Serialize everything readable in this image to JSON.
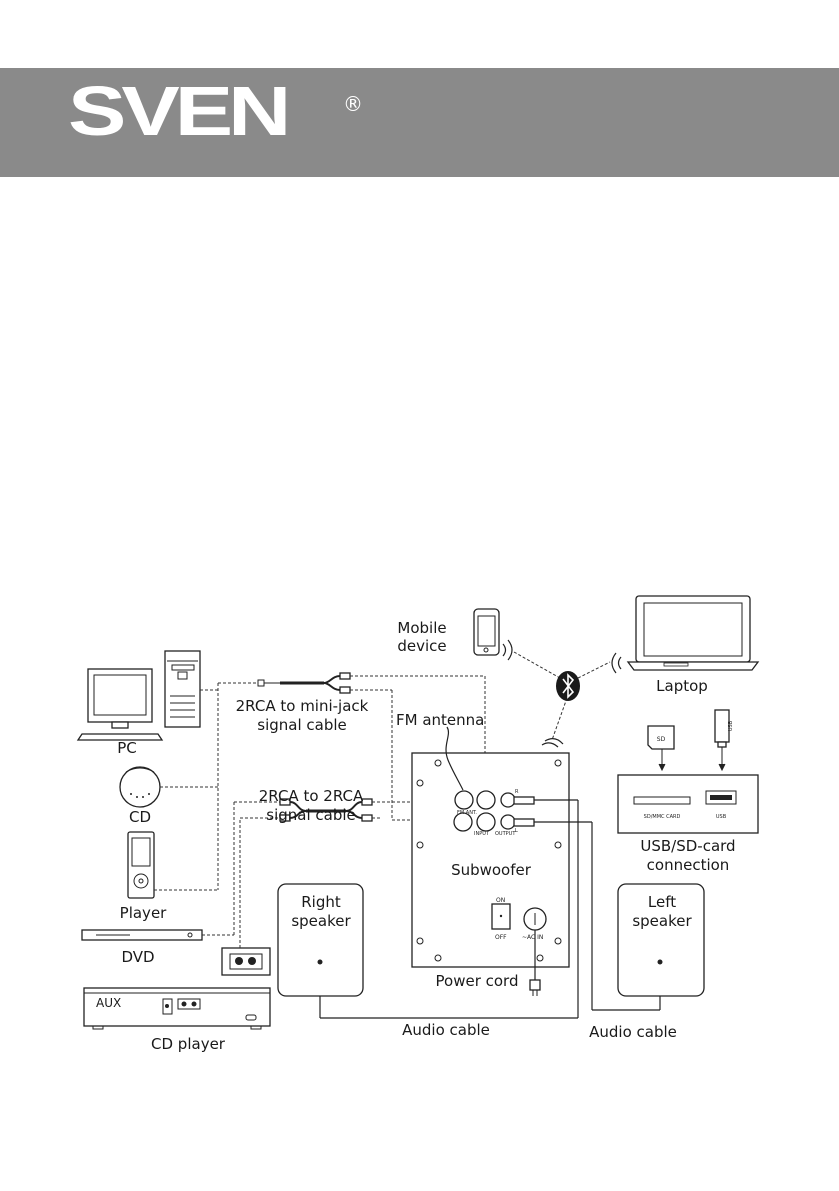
{
  "brand": {
    "name": "SVEN",
    "registered": "®"
  },
  "labels": {
    "mobile_line1": "Mobile",
    "mobile_line2": "device",
    "laptop": "Laptop",
    "pc": "PC",
    "cd": "CD",
    "player": "Player",
    "dvd": "DVD",
    "cd_player": "CD player",
    "aux": "AUX",
    "cable_minijack_line1": "2RCA to mini-jack",
    "cable_minijack_line2": "signal cable",
    "cable_rca_line1": "2RCA to 2RCA",
    "cable_rca_line2": "signal cable",
    "fm_antenna": "FM antenna",
    "subwoofer": "Subwoofer",
    "power_cord": "Power cord",
    "audio_cable_left": "Audio cable",
    "audio_cable_right": "Audio cable",
    "right_speaker_line1": "Right",
    "right_speaker_line2": "speaker",
    "left_speaker_line1": "Left",
    "left_speaker_line2": "speaker",
    "usb_sd_line1": "USB/SD-card",
    "usb_sd_line2": "connection",
    "sd_card": "SD",
    "usb_stick": "USB",
    "sd_mmc_slot": "SD/MMC CARD",
    "usb_slot": "USB",
    "panel_on": "ON",
    "panel_off": "OFF",
    "panel_ac_in": "~AC IN",
    "panel_fm_ant": "FM ANT.",
    "panel_input": "INPUT",
    "panel_output": "OUTPUT",
    "panel_r": "R",
    "panel_l": "L"
  }
}
